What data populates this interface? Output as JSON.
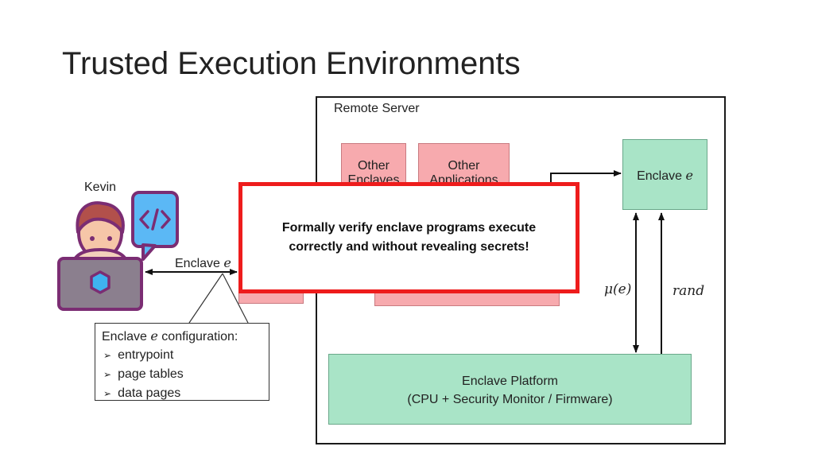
{
  "slide": {
    "title": "Trusted Execution Environments"
  },
  "server": {
    "label": "Remote Server"
  },
  "pink_boxes": [
    {
      "line1": "Other",
      "line2": "Enclaves"
    },
    {
      "line1": "Other",
      "line2": "Applications"
    }
  ],
  "enclave_box": {
    "label": "Enclave",
    "var": "e"
  },
  "platform": {
    "line1": "Enclave Platform",
    "line2": "(CPU + Security Monitor / Firmware)"
  },
  "arrows": {
    "mu_label": "μ(e)",
    "rand_label": "rand"
  },
  "user": {
    "name": "Kevin",
    "code_icon": "code-bubble-icon",
    "laptop_icon": "laptop-icon"
  },
  "connection": {
    "label": "Enclave",
    "var": "e"
  },
  "config": {
    "title_prefix": "Enclave",
    "title_var": "e",
    "title_suffix": "configuration:",
    "items": [
      "entrypoint",
      "page tables",
      "data pages"
    ]
  },
  "overlay": {
    "line1": "Formally verify enclave programs execute",
    "line2": "correctly and without revealing secrets!"
  },
  "colors": {
    "pink": "#f7aaae",
    "green": "#a9e4c7",
    "overlay_border": "#ee1c1c",
    "avatar_purple": "#7b2d73"
  }
}
